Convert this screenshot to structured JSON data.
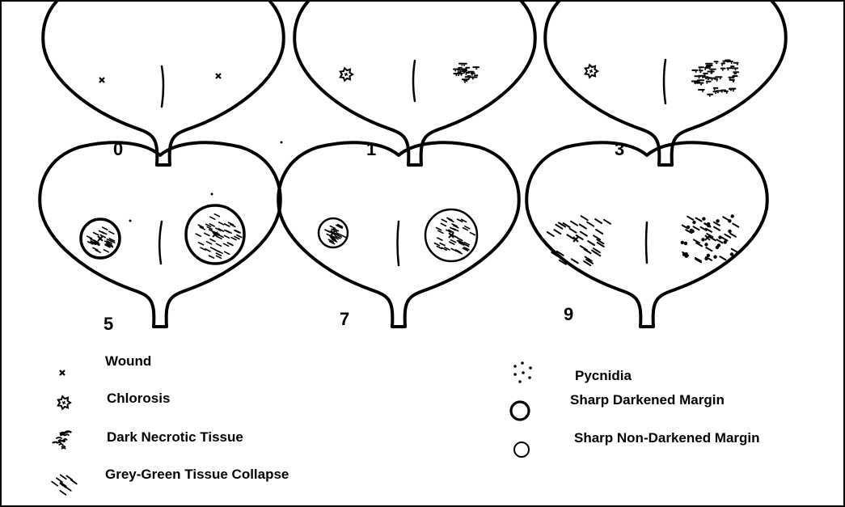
{
  "leaves": [
    {
      "score": "0",
      "left_lesion": "wound",
      "right_lesion": "wound"
    },
    {
      "score": "1",
      "left_lesion": "chlorosis",
      "right_lesion": "dark-necrotic-tissue"
    },
    {
      "score": "3",
      "left_lesion": "chlorosis",
      "right_lesion": "dark-necrotic-tissue"
    },
    {
      "score": "5",
      "left_lesion": "sharp-darkened-margin",
      "right_lesion": "sharp-darkened-margin"
    },
    {
      "score": "7",
      "left_lesion": "sharp-non-darkened-margin",
      "right_lesion": "sharp-non-darkened-margin"
    },
    {
      "score": "9",
      "left_lesion": "grey-green-tissue-collapse",
      "right_lesion": "pycnidia"
    }
  ],
  "legend": {
    "left": [
      {
        "symbol": "wound",
        "label": "Wound"
      },
      {
        "symbol": "chlorosis",
        "label": "Chlorosis"
      },
      {
        "symbol": "dark-necrotic-tissue",
        "label": "Dark Necrotic Tissue"
      },
      {
        "symbol": "grey-green-tissue-collapse",
        "label": "Grey-Green Tissue Collapse"
      }
    ],
    "right": [
      {
        "symbol": "pycnidia",
        "label": "Pycnidia"
      },
      {
        "symbol": "sharp-darkened-margin",
        "label": "Sharp Darkened Margin"
      },
      {
        "symbol": "sharp-non-darkened-margin",
        "label": "Sharp Non-Darkened Margin"
      }
    ]
  }
}
